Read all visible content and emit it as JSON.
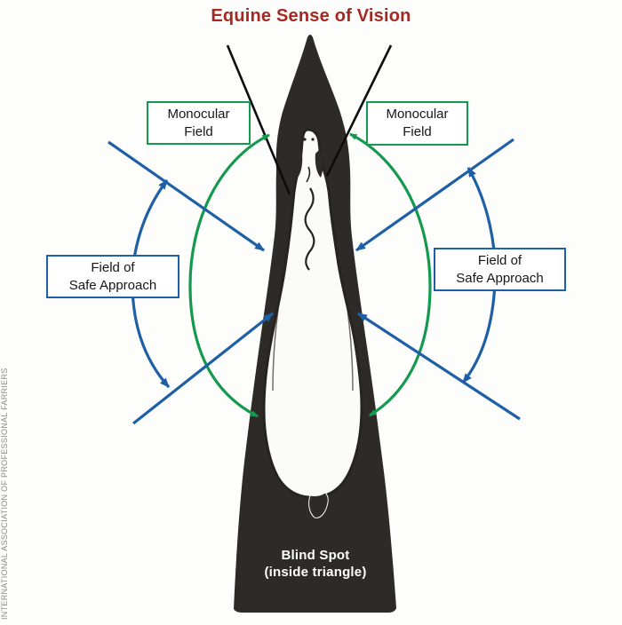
{
  "title": "Equine Sense of Vision",
  "watermark": "INTERNATIONAL ASSOCIATION OF PROFESSIONAL FARRIERS",
  "boxes": {
    "monocular_left": {
      "lines": [
        "Monocular",
        "Field"
      ]
    },
    "monocular_right": {
      "lines": [
        "Monocular",
        "Field"
      ]
    },
    "safe_left": {
      "lines": [
        "Field of",
        "Safe Approach"
      ]
    },
    "safe_right": {
      "lines": [
        "Field of",
        "Safe Approach"
      ]
    }
  },
  "blind_spot": {
    "lines": [
      "Blind Spot",
      "(inside triangle)"
    ]
  },
  "icons": {
    "monocular_arc_left": "green-double-arrow-arc",
    "monocular_arc_right": "green-double-arrow-arc",
    "safe_approach_arc_left": "blue-double-arrow-arc",
    "safe_approach_arc_right": "blue-double-arrow-arc",
    "approach_arrows": "blue-straight-arrows-toward-horse",
    "sight_lines": "black-binocular-field-lines",
    "horse": "horse-top-view-sketch",
    "blind_triangle": "dark-triangle-blind-spot"
  },
  "colors": {
    "title": "#a62822",
    "green": "#14994f",
    "blue": "#1e5fa5",
    "dark": "#2d2a27",
    "wm": "#8b8b8b",
    "bg": "#fdfdfc"
  }
}
